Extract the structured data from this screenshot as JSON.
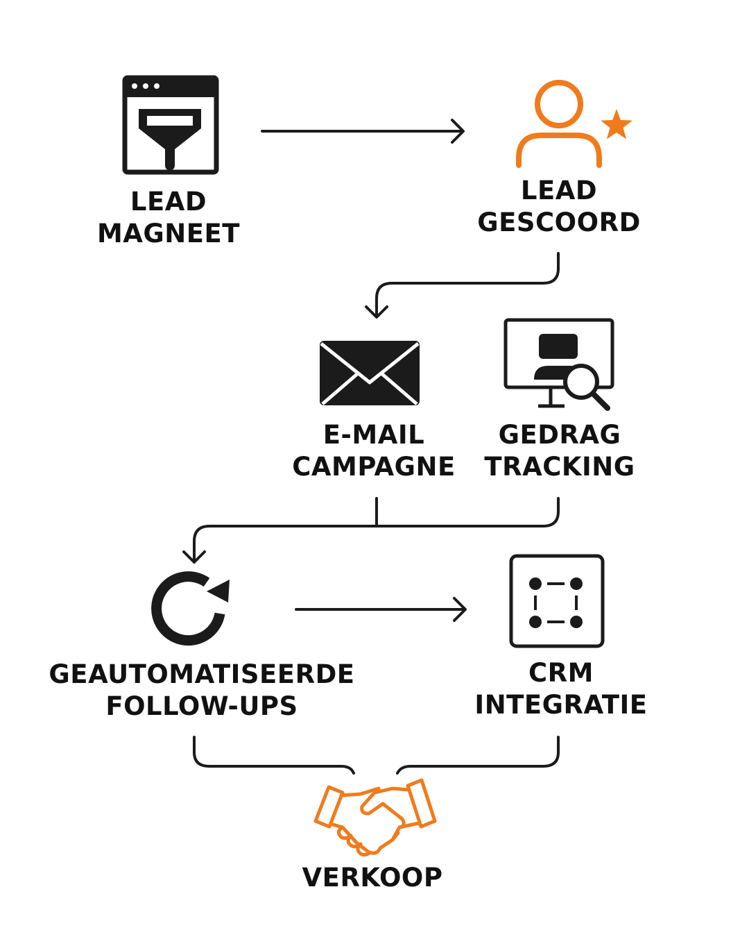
{
  "colors": {
    "ink": "#1b1b1b",
    "accent": "#f07b1c",
    "background": "#ffffff"
  },
  "nodes": [
    {
      "id": "lead-magneet",
      "icon": "funnel-browser-icon",
      "lines": [
        "LEAD",
        "MAGNEET"
      ]
    },
    {
      "id": "lead-gescoord",
      "icon": "user-star-icon",
      "lines": [
        "LEAD",
        "GESCOORD"
      ]
    },
    {
      "id": "email-campagne",
      "icon": "envelope-icon",
      "lines": [
        "E-MAIL",
        "CAMPAGNE"
      ]
    },
    {
      "id": "gedrag-tracking",
      "icon": "monitor-search-icon",
      "lines": [
        "GEDRAG",
        "TRACKING"
      ]
    },
    {
      "id": "follow-ups",
      "icon": "refresh-icon",
      "lines": [
        "GEAUTOMATISEERDE",
        "FOLLOW-UPS"
      ]
    },
    {
      "id": "crm-integratie",
      "icon": "crm-nodes-icon",
      "lines": [
        "CRM",
        "INTEGRATIE"
      ]
    },
    {
      "id": "verkoop",
      "icon": "handshake-icon",
      "lines": [
        "VERKOOP"
      ]
    }
  ],
  "edges": [
    {
      "from": "lead-magneet",
      "to": "lead-gescoord"
    },
    {
      "from": "lead-gescoord",
      "to": "email-campagne"
    },
    {
      "from": "email-campagne",
      "to": "follow-ups"
    },
    {
      "from": "gedrag-tracking",
      "to": "follow-ups"
    },
    {
      "from": "follow-ups",
      "to": "crm-integratie"
    },
    {
      "from": "follow-ups",
      "to": "verkoop"
    },
    {
      "from": "crm-integratie",
      "to": "verkoop"
    }
  ]
}
